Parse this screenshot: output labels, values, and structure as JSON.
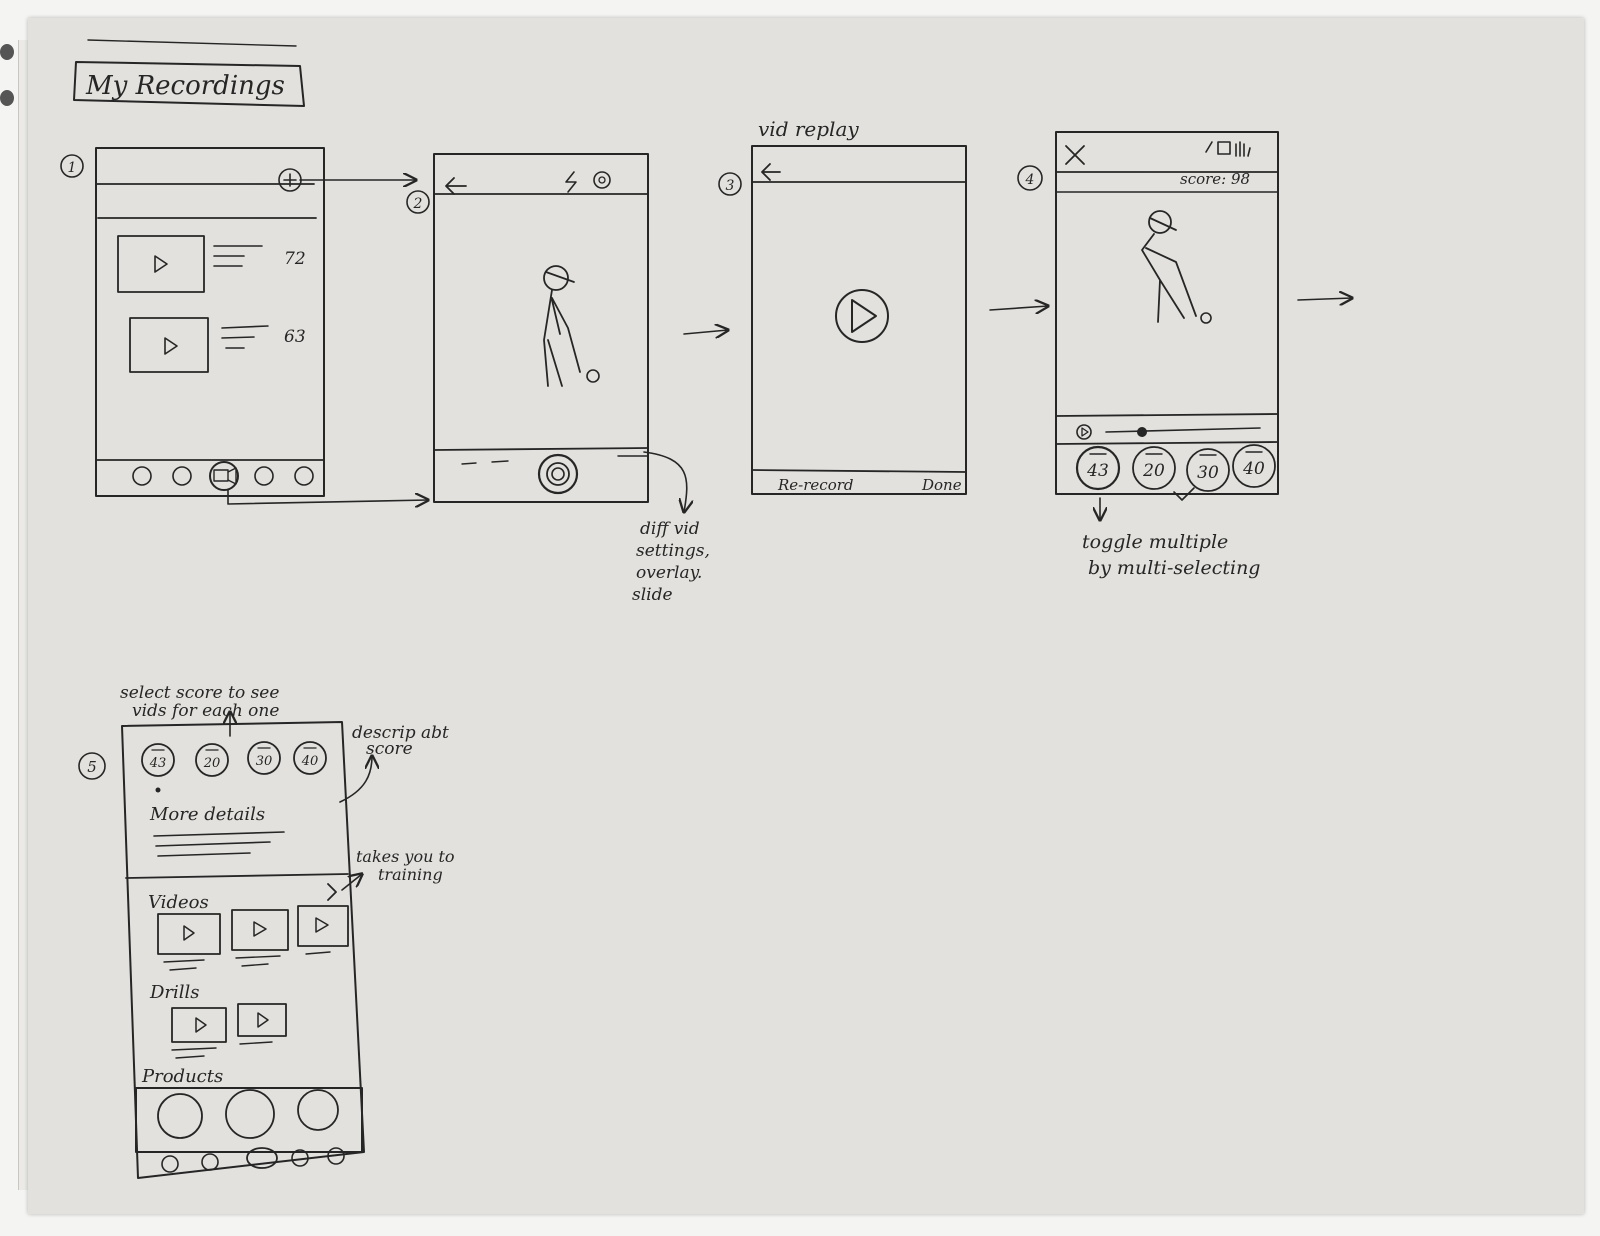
{
  "title": "My Recordings",
  "screens": [
    {
      "number": "1",
      "scores": [
        "72",
        "63"
      ]
    },
    {
      "number": "2",
      "note": [
        "diff vid",
        "settings,",
        "overlay.",
        "slide"
      ]
    },
    {
      "number": "3",
      "label": "vid replay",
      "left_button": "Re-record",
      "right_button": "Done"
    },
    {
      "number": "4",
      "score_label": "score: 98",
      "score_chips": [
        "43",
        "20",
        "30",
        "40"
      ],
      "note": [
        "toggle multiple",
        "by multi-selecting"
      ]
    },
    {
      "number": "5",
      "score_chips": [
        "43",
        "20",
        "30",
        "40"
      ],
      "more_details": "More details",
      "videos_label": "Videos",
      "drills_label": "Drills",
      "products_label": "Products",
      "annotations": {
        "select_score": [
          "select score to see",
          "vids for each one"
        ],
        "descrip": [
          "descrip abt",
          "score"
        ],
        "takes_you": [
          "takes you to",
          "training"
        ]
      }
    }
  ]
}
